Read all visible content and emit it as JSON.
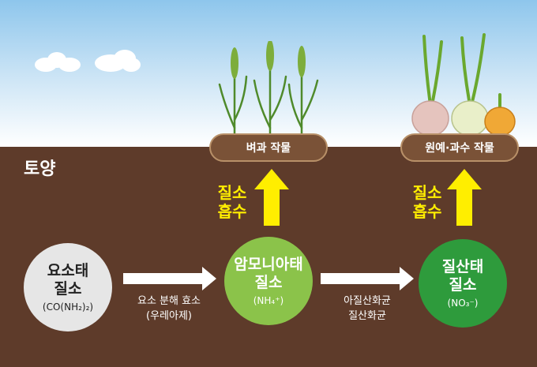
{
  "soil_label": "토양",
  "crops": {
    "rice": "벼과 작물",
    "horticulture": "원예·과수 작물"
  },
  "absorption": {
    "line1": "질소",
    "line2": "흡수"
  },
  "nodes": {
    "urea": {
      "line1": "요소태",
      "line2": "질소",
      "formula": "(CO(NH₂)₂)"
    },
    "ammonium": {
      "line1": "암모니아태",
      "line2": "질소",
      "formula": "(NH₄⁺)"
    },
    "nitrate": {
      "line1": "질산태",
      "line2": "질소",
      "formula": "(NO₃⁻)"
    }
  },
  "steps": {
    "urea_to_ammonium": {
      "line1": "요소 분해 효소",
      "line2": "(우레아제)"
    },
    "ammonium_to_nitrate": {
      "line1": "아질산화균",
      "line2": "질산화균"
    }
  },
  "colors": {
    "soil": "#5e3b2a",
    "urea_node": "#e6e6e6",
    "ammonium_node": "#8bc34a",
    "nitrate_node": "#2e9b3c",
    "absorb_arrow": "#ffee00"
  }
}
